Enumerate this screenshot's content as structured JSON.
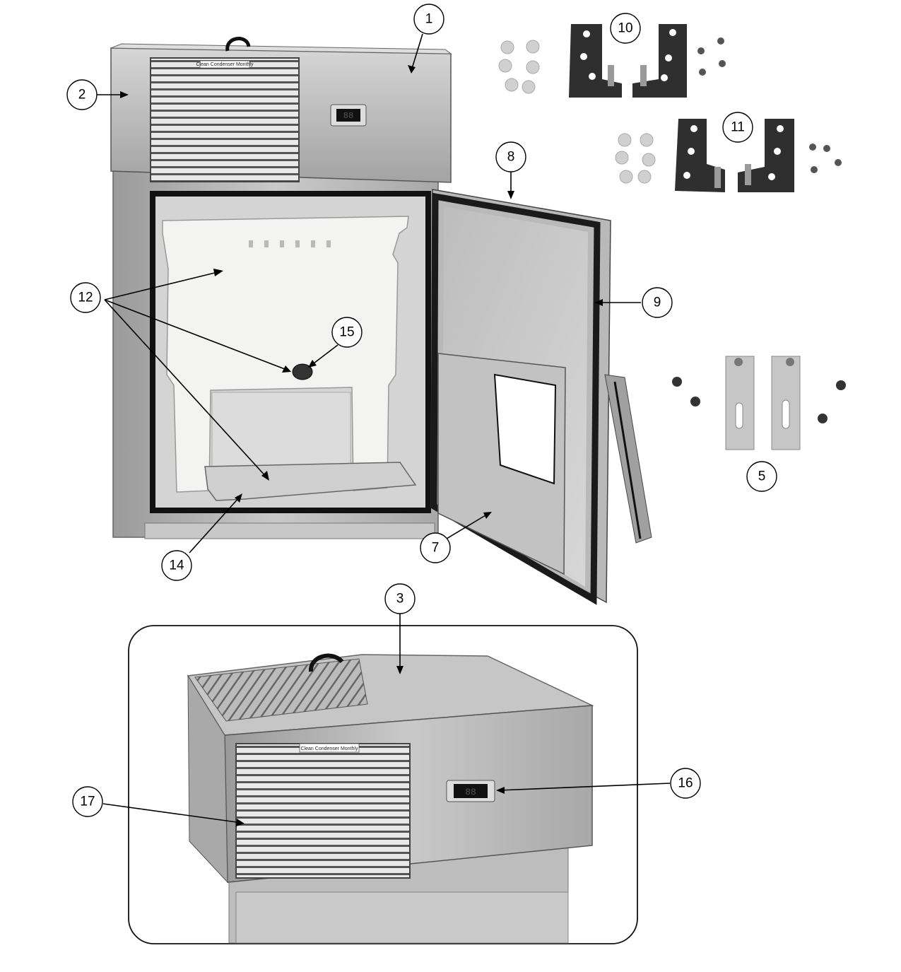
{
  "callouts": [
    {
      "id": "c1",
      "label": "1"
    },
    {
      "id": "c2",
      "label": "2"
    },
    {
      "id": "c3",
      "label": "3"
    },
    {
      "id": "c5",
      "label": "5"
    },
    {
      "id": "c7",
      "label": "7"
    },
    {
      "id": "c8",
      "label": "8"
    },
    {
      "id": "c9",
      "label": "9"
    },
    {
      "id": "c10",
      "label": "10"
    },
    {
      "id": "c11",
      "label": "11"
    },
    {
      "id": "c12",
      "label": "12"
    },
    {
      "id": "c14",
      "label": "14"
    },
    {
      "id": "c15",
      "label": "15"
    },
    {
      "id": "c16",
      "label": "16"
    },
    {
      "id": "c17",
      "label": "17"
    }
  ],
  "labels": {
    "condenser_sticker_top": "Clean Condenser Monthly",
    "condenser_sticker_inset": "Clean Condenser Monthly",
    "display_top": "88",
    "display_inset": "88"
  }
}
